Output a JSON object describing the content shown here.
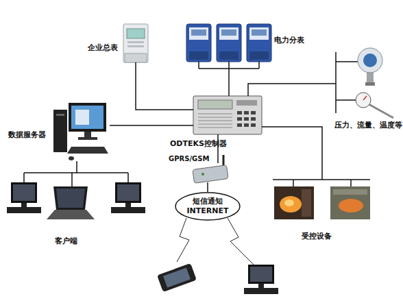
{
  "diagram": {
    "nodes": [
      {
        "text": [
          "企业总表"
        ]
      },
      {
        "text": [
          "电力分表"
        ]
      },
      {
        "text": [
          "压力、流量、温度等"
        ]
      },
      {
        "text": [
          "数据服务器"
        ]
      },
      {
        "text": [
          "ODTEKS控制器"
        ]
      },
      {
        "text": [
          "GPRS/GSM"
        ]
      },
      {
        "text": [
          "短信通知 INTERNET"
        ]
      },
      {
        "text": [
          "客户端"
        ]
      },
      {
        "text": [
          "受控设备"
        ]
      }
    ],
    "edges": [
      {
        "from": 0,
        "to": 4,
        "arrow": "none"
      },
      {
        "from": 1,
        "to": 4,
        "arrow": "none"
      },
      {
        "from": 4,
        "to": 2,
        "arrow": "none"
      },
      {
        "from": 3,
        "to": 4,
        "arrow": "none"
      },
      {
        "from": 4,
        "to": 8,
        "arrow": "none"
      },
      {
        "from": 4,
        "to": 5,
        "arrow": "none"
      },
      {
        "from": 5,
        "to": 6,
        "arrow": "none"
      },
      {
        "from": 3,
        "to": 7,
        "arrow": "none"
      }
    ]
  }
}
